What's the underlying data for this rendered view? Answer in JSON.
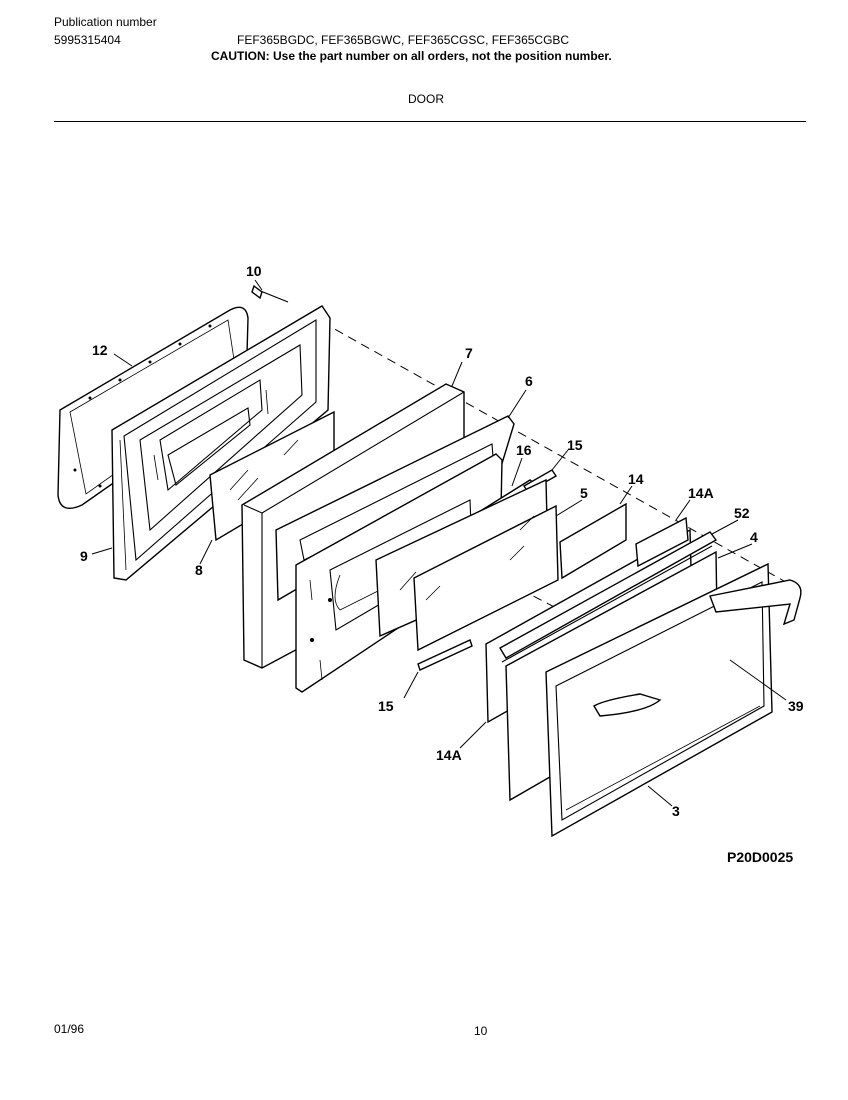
{
  "header": {
    "publication_label": "Publication number",
    "publication_number": "5995315404",
    "models": "FEF365BGDC, FEF365BGWC, FEF365CGSC, FEF365CGBC",
    "caution": "CAUTION:  Use the part number on all orders, not the position number.",
    "section_title": "DOOR"
  },
  "diagram": {
    "callouts": {
      "c10": "10",
      "c12": "12",
      "c7": "7",
      "c6": "6",
      "c16": "16",
      "c15a": "15",
      "c14": "14",
      "c5": "5",
      "c14a_top": "14A",
      "c52": "52",
      "c4": "4",
      "c9": "9",
      "c8": "8",
      "c15b": "15",
      "c14a_bottom": "14A",
      "c39": "39",
      "c3": "3"
    },
    "drawing_code": "P20D0025"
  },
  "footer": {
    "date": "01/96",
    "page_number": "10"
  }
}
